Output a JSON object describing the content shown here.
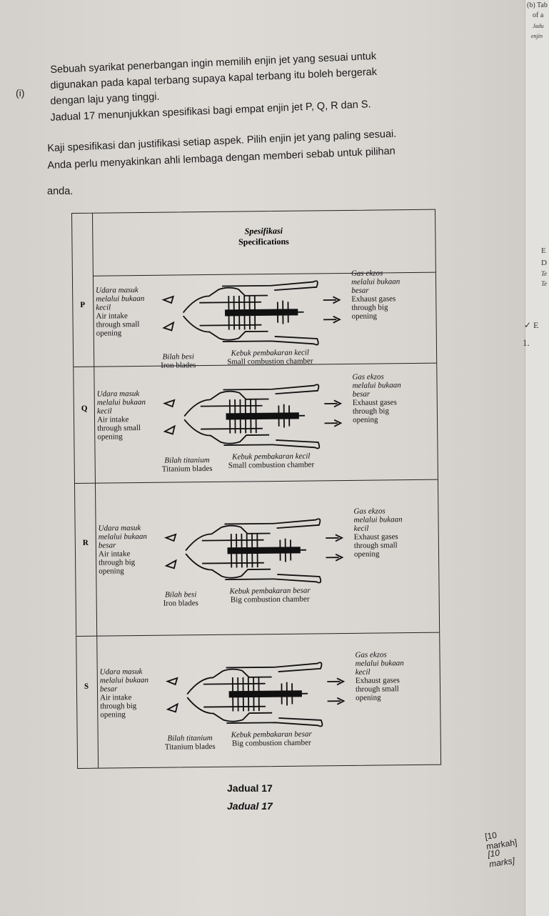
{
  "question": {
    "number": "(i)",
    "lines": [
      "Sebuah syarikat penerbangan ingin memilih enjin jet yang sesuai untuk",
      "digunakan pada kapal terbang supaya kapal terbang itu boleh bergerak",
      "dengan laju yang tinggi.",
      "Jadual 17 menunjukkan spesifikasi bagi empat enjin jet P, Q, R dan S.",
      "Kaji spesifikasi dan justifikasi setiap aspek. Pilih enjin jet yang paling sesuai.",
      "Anda perlu menyakinkan ahli lembaga dengan memberi sebab untuk pilihan",
      "anda."
    ]
  },
  "table": {
    "header_ms": "Spesifikasi",
    "header_en": "Specifications",
    "rows": [
      {
        "label": "P",
        "intake_ms": [
          "Udara masuk",
          "melalui bukaan",
          "kecil"
        ],
        "intake_en": [
          "Air intake",
          "through small",
          "opening"
        ],
        "exhaust_ms": [
          "Gas ekzos",
          "melalui bukaan",
          "besar"
        ],
        "exhaust_en": [
          "Exhaust gases",
          "through big",
          "opening"
        ],
        "blade_ms": "Bilah besi",
        "blade_en": "Iron blades",
        "chamber_ms": "Kebuk pembakaran kecil",
        "chamber_en": "Small combustion chamber"
      },
      {
        "label": "Q",
        "intake_ms": [
          "Udara masuk",
          "melalui bukaan",
          "kecil"
        ],
        "intake_en": [
          "Air intake",
          "through small",
          "opening"
        ],
        "exhaust_ms": [
          "Gas ekzos",
          "melalui bukaan",
          "besar"
        ],
        "exhaust_en": [
          "Exhaust gases",
          "through big",
          "opening"
        ],
        "blade_ms": "Bilah titanium",
        "blade_en": "Titanium blades",
        "chamber_ms": "Kebuk pembakaran kecil",
        "chamber_en": "Small combustion chamber"
      },
      {
        "label": "R",
        "intake_ms": [
          "Udara masuk",
          "melalui bukaan",
          "besar"
        ],
        "intake_en": [
          "Air intake",
          "through big",
          "opening"
        ],
        "exhaust_ms": [
          "Gas ekzos",
          "melalui bukaan",
          "kecil"
        ],
        "exhaust_en": [
          "Exhaust gases",
          "through small",
          "opening"
        ],
        "blade_ms": "Bilah besi",
        "blade_en": "Iron blades",
        "chamber_ms": "Kebuk pembakaran besar",
        "chamber_en": "Big combustion chamber"
      },
      {
        "label": "S",
        "intake_ms": [
          "Udara masuk",
          "melalui bukaan",
          "besar"
        ],
        "intake_en": [
          "Air intake",
          "through big",
          "opening"
        ],
        "exhaust_ms": [
          "Gas ekzos",
          "melalui bukaan",
          "kecil"
        ],
        "exhaust_en": [
          "Exhaust gases",
          "through small",
          "opening"
        ],
        "blade_ms": "Bilah titanium",
        "blade_en": "Titanium blades",
        "chamber_ms": "Kebuk pembakaran besar",
        "chamber_en": "Big combustion chamber"
      }
    ]
  },
  "caption_ms": "Jadual 17",
  "caption_en": "Jadual 17",
  "marks_ms": "[10 markah]",
  "marks_en": "[10 marks]",
  "right_page": {
    "lines": [
      "(b) Tab",
      "of a",
      "Jadu",
      "enjin",
      "E",
      "D",
      "Te",
      "Te",
      "✓ E",
      "1."
    ]
  }
}
